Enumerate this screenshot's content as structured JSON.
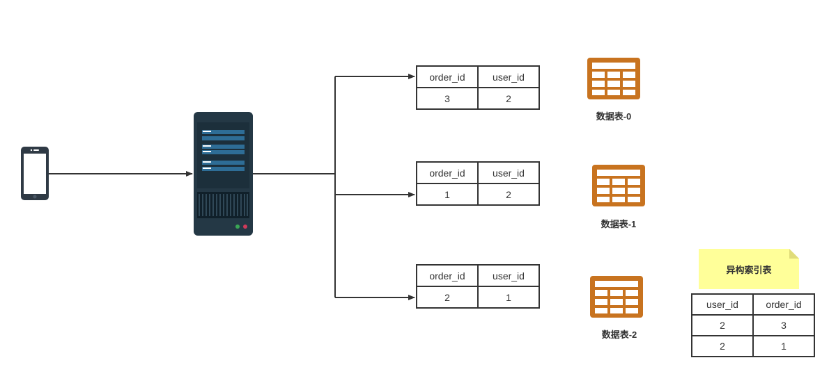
{
  "colors": {
    "line": "#333333",
    "server_body": "#243845",
    "server_panel": "#2e6d96",
    "table_icon": "#c8731f",
    "note_fill": "#ffff99",
    "note_fold": "#e0dc7a"
  },
  "icons": {
    "phone": "smartphone-icon",
    "server": "server-icon",
    "table": "table-icon"
  },
  "shards": [
    {
      "headers": [
        "order_id",
        "user_id"
      ],
      "row": [
        "3",
        "2"
      ],
      "label": "数据表-0"
    },
    {
      "headers": [
        "order_id",
        "user_id"
      ],
      "row": [
        "1",
        "2"
      ],
      "label": "数据表-1"
    },
    {
      "headers": [
        "order_id",
        "user_id"
      ],
      "row": [
        "2",
        "1"
      ],
      "label": "数据表-2"
    }
  ],
  "index_note": "异构索引表",
  "index_table": {
    "headers": [
      "user_id",
      "order_id"
    ],
    "rows": [
      [
        "2",
        "3"
      ],
      [
        "2",
        "1"
      ]
    ]
  }
}
